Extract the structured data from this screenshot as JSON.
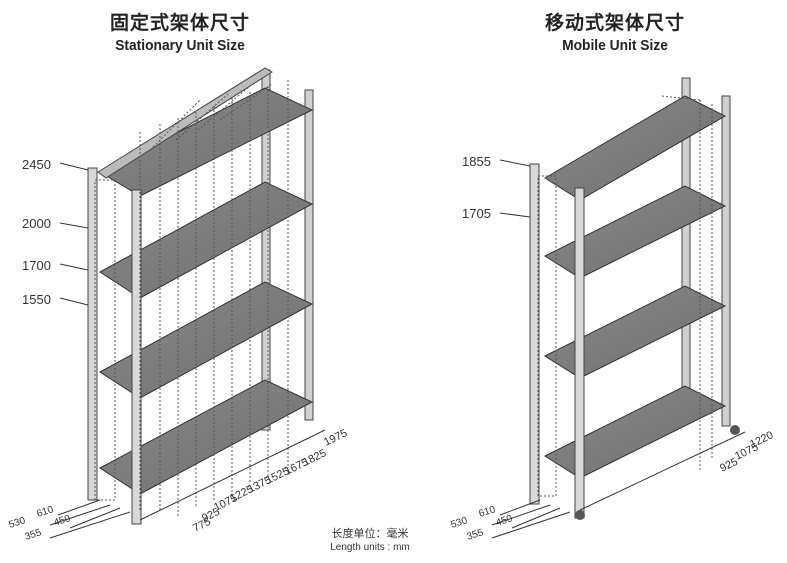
{
  "stationary": {
    "title_cn": "固定式架体尺寸",
    "title_en": "Stationary Unit Size",
    "heights": [
      "2450",
      "2000",
      "1700",
      "1550"
    ],
    "widths": [
      "1975",
      "1825",
      "1675",
      "1525",
      "1375",
      "1225",
      "1075",
      "925",
      "775"
    ],
    "depths": [
      "610",
      "530",
      "450",
      "355"
    ]
  },
  "mobile": {
    "title_cn": "移动式架体尺寸",
    "title_en": "Mobile Unit Size",
    "heights": [
      "1855",
      "1705"
    ],
    "widths": [
      "1220",
      "1075",
      "925"
    ],
    "depths": [
      "610",
      "530",
      "450",
      "355"
    ]
  },
  "units": {
    "cn": "长度单位：毫米",
    "en": "Length units : mm"
  }
}
